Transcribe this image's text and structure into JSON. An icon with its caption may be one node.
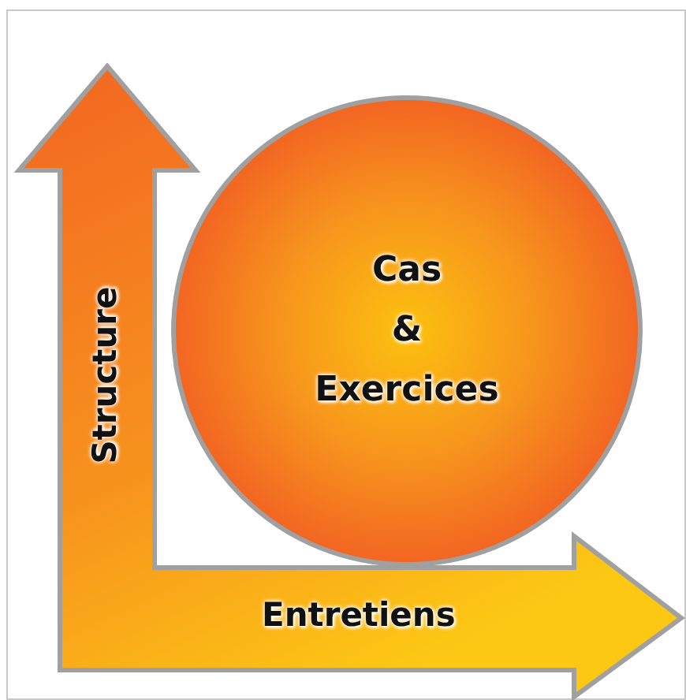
{
  "diagram": {
    "nodes": [
      {
        "text": [
          "Cas & Exercices"
        ]
      }
    ],
    "labels": [
      "Structure",
      "Entretiens"
    ]
  }
}
